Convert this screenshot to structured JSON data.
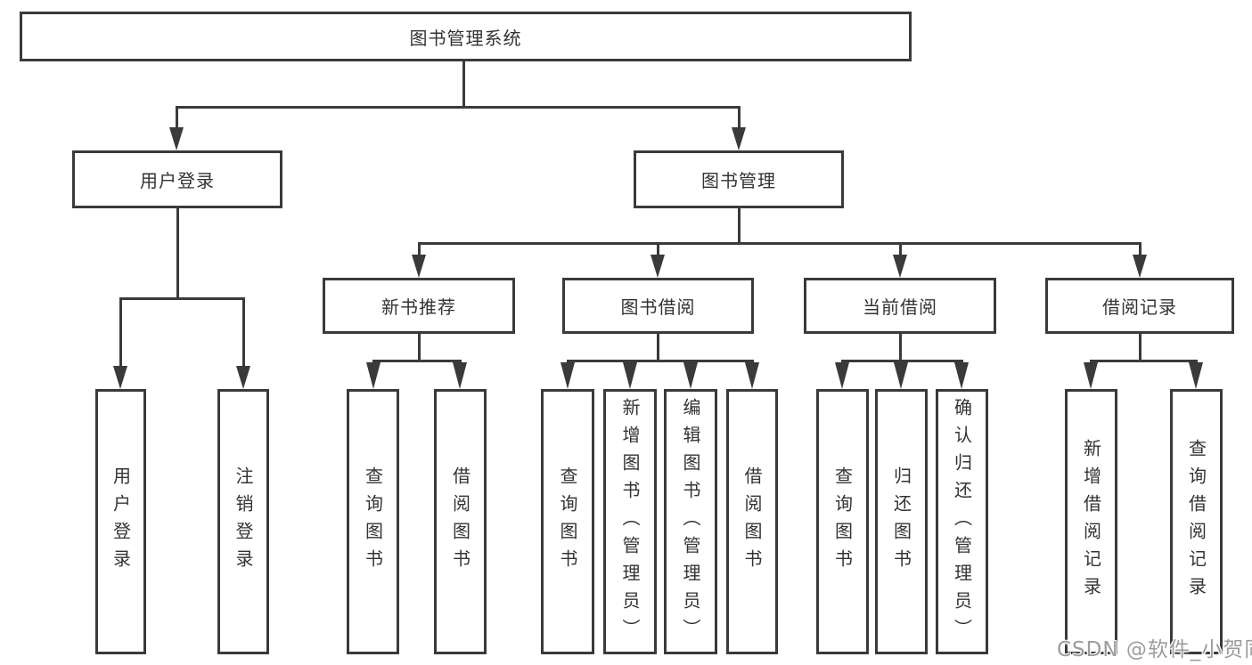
{
  "diagram": {
    "root": {
      "label": "图书管理系统"
    },
    "branches": [
      {
        "label": "用户登录",
        "children": [
          {
            "label": "用户登录"
          },
          {
            "label": "注销登录"
          }
        ]
      },
      {
        "label": "图书管理",
        "children": [
          {
            "label": "新书推荐",
            "children": [
              {
                "label": "查询图书"
              },
              {
                "label": "借阅图书"
              }
            ]
          },
          {
            "label": "图书借阅",
            "children": [
              {
                "label": "查询图书"
              },
              {
                "label": "新增图书（管理员）"
              },
              {
                "label": "编辑图书（管理员）"
              },
              {
                "label": "借阅图书"
              }
            ]
          },
          {
            "label": "当前借阅",
            "children": [
              {
                "label": "查询图书"
              },
              {
                "label": "归还图书"
              },
              {
                "label": "确认归还（管理员）"
              }
            ]
          },
          {
            "label": "借阅记录",
            "children": [
              {
                "label": "新增借阅记录"
              },
              {
                "label": "查询借阅记录"
              }
            ]
          }
        ]
      }
    ]
  },
  "watermark": {
    "text": "CSDN @软件_小贺同学"
  },
  "colors": {
    "line": "#3a3a3a",
    "text": "#333333",
    "background": "#ffffff",
    "watermark": "#9c9c9c"
  }
}
